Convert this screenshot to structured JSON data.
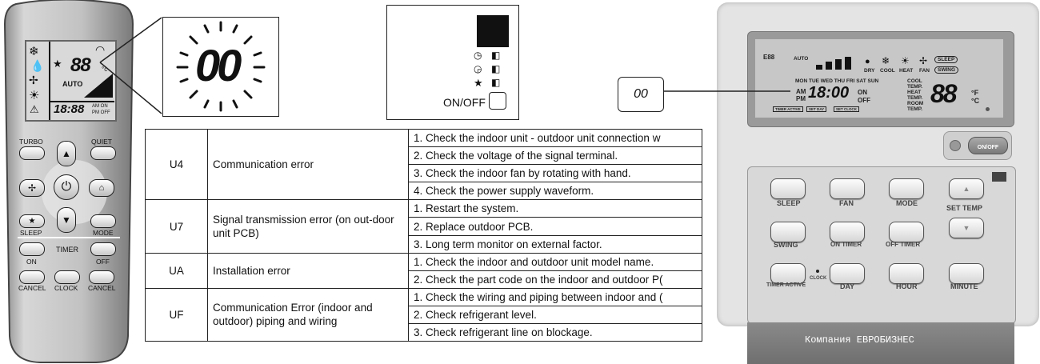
{
  "remote": {
    "lcd": {
      "temp": "88",
      "unit": "°c",
      "auto": "AUTO",
      "clock": "18:88",
      "am_on": "AM ON",
      "pm_off": "PM OFF"
    },
    "buttons": {
      "turbo": "TURBO",
      "quiet": "QUIET",
      "sleep": "SLEEP",
      "mode": "MODE",
      "timer": "TIMER",
      "on": "ON",
      "off": "OFF",
      "cancel_left": "CANCEL",
      "clock": "CLOCK",
      "cancel_right": "CANCEL"
    }
  },
  "zoom": {
    "digits": "00"
  },
  "panel": {
    "on_off": "ON/OFF"
  },
  "error_table": [
    {
      "code": "U4",
      "description": "Communication error",
      "actions": [
        "1. Check the indoor unit - outdoor unit connection w",
        "2. Check the voltage of the signal terminal.",
        "3. Check the indoor fan by rotating with hand.",
        "4. Check the power supply waveform."
      ]
    },
    {
      "code": "U7",
      "description": "Signal transmission error (on out-door unit PCB)",
      "actions": [
        "1. Restart the system.",
        "2. Replace outdoor PCB.",
        "3. Long term monitor on external factor."
      ]
    },
    {
      "code": "UA",
      "description": "Installation error",
      "actions": [
        "1. Check the indoor and outdoor unit model name.",
        "2. Check the part code on the indoor and outdoor P("
      ]
    },
    {
      "code": "UF",
      "description": "Communication Error (indoor and outdoor) piping and wiring",
      "actions": [
        "1. Check the wiring and piping between indoor and (",
        "2. Check refrigerant level.",
        "3. Check refrigerant line on blockage."
      ]
    }
  ],
  "wall_controller": {
    "callout": "00",
    "lcd": {
      "modes": [
        "AUTO",
        "DRY",
        "COOL",
        "HEAT",
        "FAN"
      ],
      "sleep": "SLEEP",
      "swing": "SWING",
      "days": "MON TUE WED THU FRI SAT SUN",
      "clock": "18:00",
      "am": "AM",
      "pm": "PM",
      "on": "ON",
      "off": "OFF",
      "temp_labels": [
        "COOL",
        "TEMP.",
        "HEAT",
        "TEMP.",
        "ROOM",
        "TEMP."
      ],
      "temp": "88",
      "unit_f": "°F",
      "unit_c": "°C",
      "small_tabs": [
        "TIMER ACTIVE",
        "SET DAY",
        "SET CLOCK"
      ]
    },
    "onoff": "ON/OFF",
    "buttons": {
      "sleep": "SLEEP",
      "fan": "FAN",
      "mode": "MODE",
      "set_temp": "SET TEMP",
      "swing": "SWING",
      "on_timer": "ON TIMER",
      "off_timer": "OFF TIMER",
      "timer_active": "TIMER ACTIVE",
      "clock": "CLOCK",
      "day": "DAY",
      "hour": "HOUR",
      "minute": "MINUTE"
    },
    "watermark": "Компания ЕВРОБИЗНЕС"
  },
  "colors": {
    "remote_body": "#c9c9c9",
    "lcd": "#d9d9d9",
    "controller_body": "#e4e4e4",
    "controller_lcd": "#c7c7c7"
  }
}
